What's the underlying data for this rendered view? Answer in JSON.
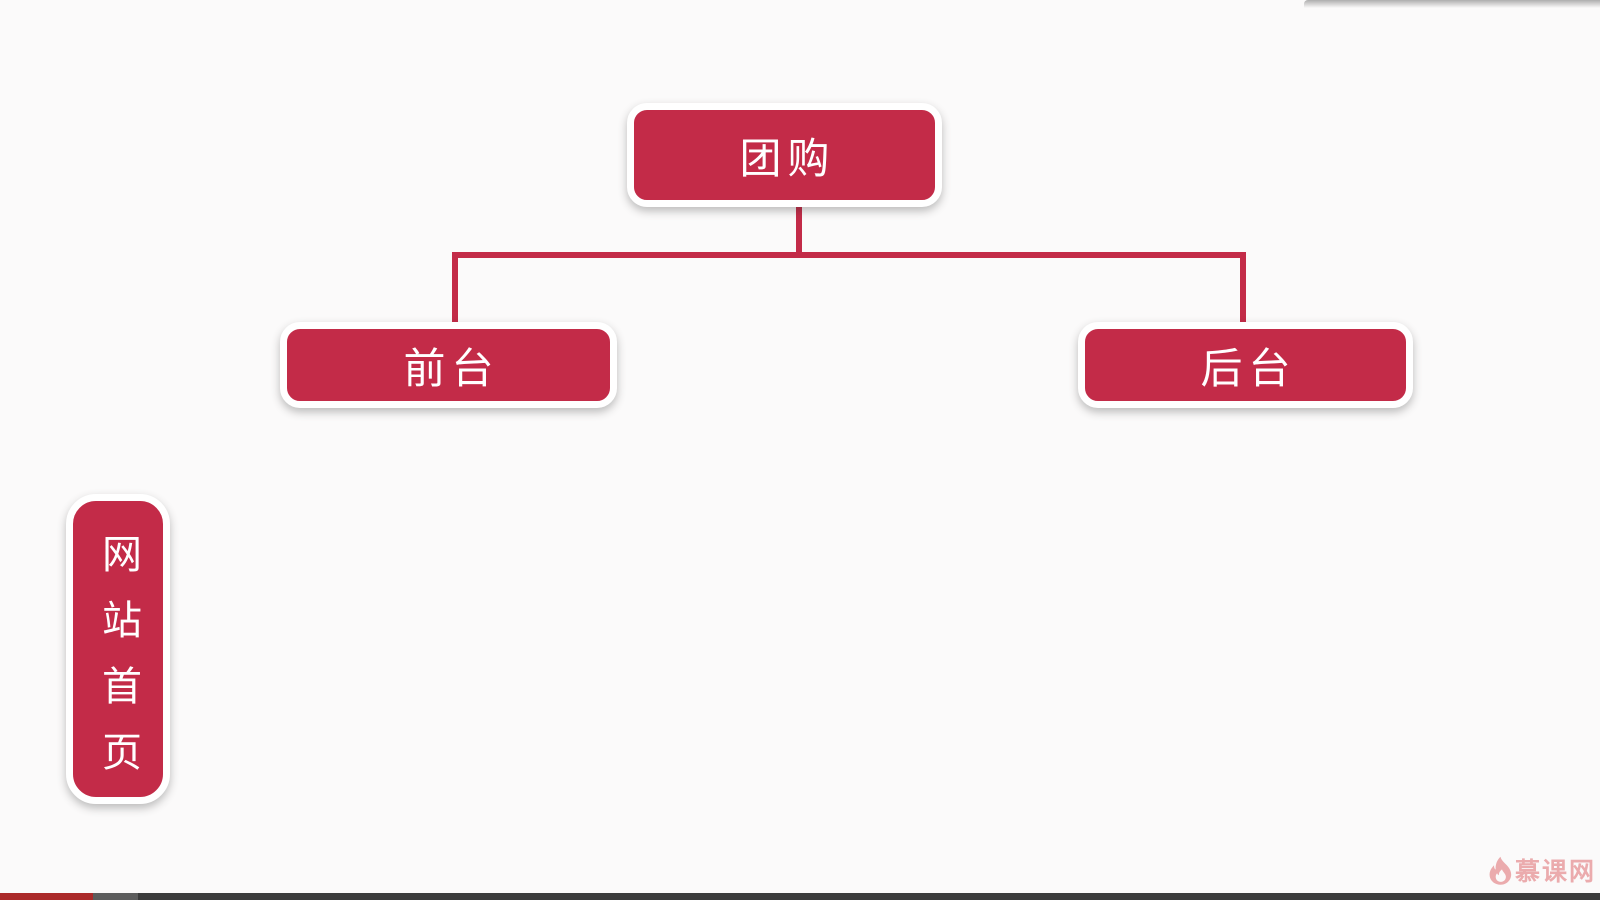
{
  "diagram": {
    "root_label": "团购",
    "children": [
      {
        "label": "前台"
      },
      {
        "label": "后台"
      }
    ],
    "floating_label": "网站首页",
    "node_fill_color": "#c32b48",
    "node_border_color": "#ffffff",
    "node_text_color": "#ffffff",
    "connector_color": "#c32b48"
  },
  "watermark": {
    "text": "慕课网",
    "icon": "flame-icon",
    "color": "#ebabad"
  },
  "player": {
    "progress_played_percent": 5.8,
    "progress_buffered_percent": 8.6,
    "played_color": "#ab2a2a",
    "buffered_color": "#5d5d5d",
    "track_color": "#3b3b3b"
  },
  "background_color": "#fbfafa"
}
